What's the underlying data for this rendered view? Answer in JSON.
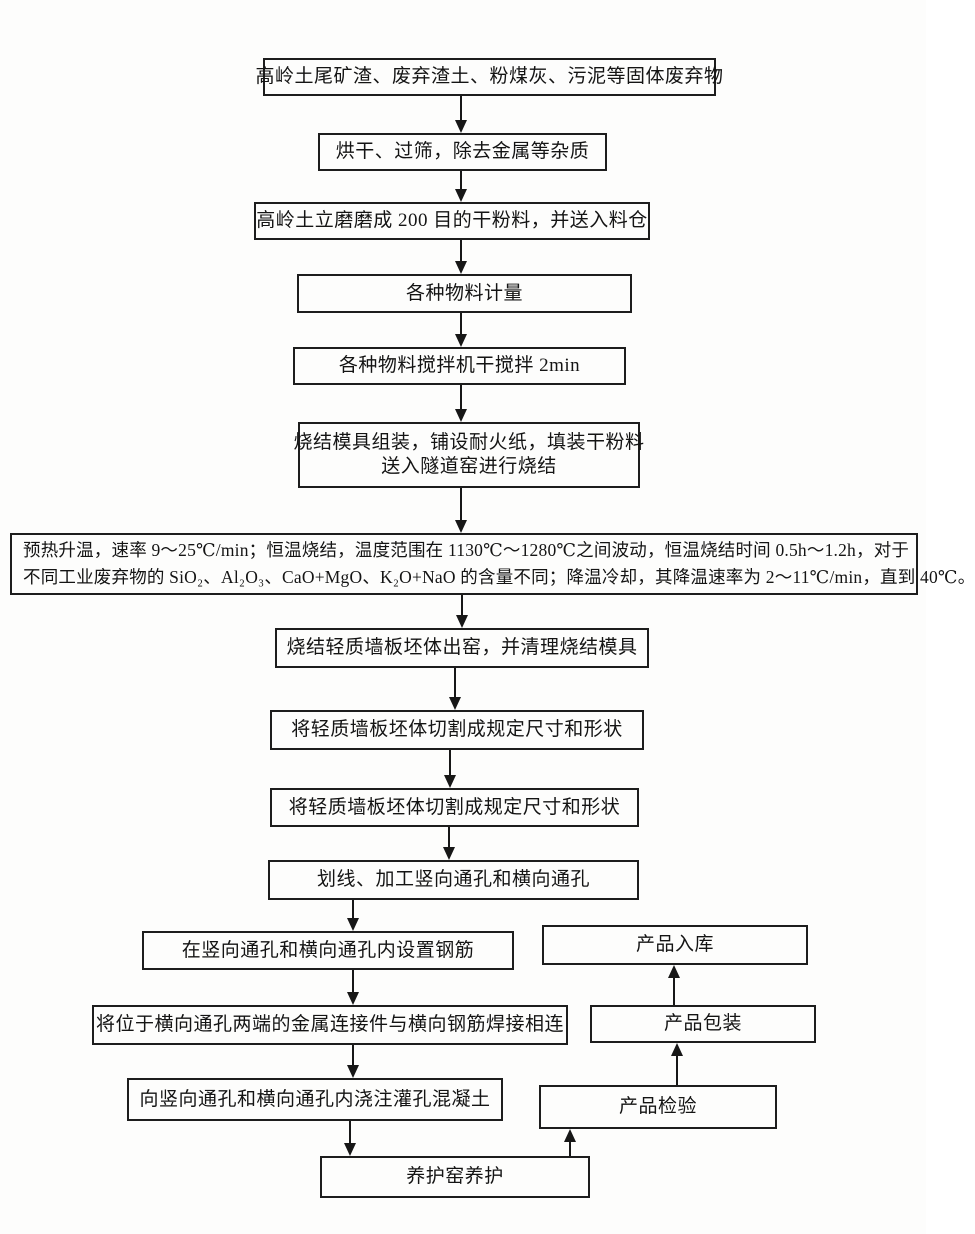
{
  "figure": {
    "type": "flowchart",
    "background_color": "#fdfdfc",
    "line_color": "#171717",
    "border_color": "#1d1d1d"
  },
  "flowchart": {
    "nodes": {
      "raw_materials": "高岭土尾矿渣、废弃渣土、粉煤灰、污泥等固体废弃物",
      "dry_screen": "烘干、过筛，除去金属等杂质",
      "grind": "高岭土立磨磨成 200 目的干粉料，并送入料仓",
      "dosing": "各种物料计量",
      "dry_mix": "各种物料搅拌机干搅拌 2min",
      "mold": {
        "line1": "烧结模具组装，铺设耐火纸，填装干粉料",
        "line2": "送入隧道窑进行烧结"
      },
      "sinter": {
        "line1": "预热升温，速率 9～25℃/min；恒温烧结，温度范围在 1130℃～1280℃之间波动，恒温烧结时间 0.5h～1.2h，对于",
        "line2": "不同工业废弃物的 SiO₂、Al₂O₃、CaO+MgO、K₂O+NaO 的含量不同；降温冷却，其降温速率为 2～11℃/min，直到 40℃。"
      },
      "unload_kiln": "烧结轻质墙板坯体出窑，并清理烧结模具",
      "cut_1": "将轻质墙板坯体切割成规定尺寸和形状",
      "cut_2": "将轻质墙板坯体切割成规定尺寸和形状",
      "scribe_holes": "划线、加工竖向通孔和横向通孔",
      "place_rebar": "在竖向通孔和横向通孔内设置钢筋",
      "weld_connectors": "将位于横向通孔两端的金属连接件与横向钢筋焊接相连",
      "grout_concrete": "向竖向通孔和横向通孔内浇注灌孔混凝土",
      "curing_kiln": "养护窑养护",
      "product_warehouse": "产品入库",
      "product_package": "产品包装",
      "product_inspect": "产品检验"
    },
    "edges": [
      {
        "from": "raw_materials",
        "to": "dry_screen"
      },
      {
        "from": "dry_screen",
        "to": "grind"
      },
      {
        "from": "grind",
        "to": "dosing"
      },
      {
        "from": "dosing",
        "to": "dry_mix"
      },
      {
        "from": "dry_mix",
        "to": "mold"
      },
      {
        "from": "mold",
        "to": "sinter"
      },
      {
        "from": "sinter",
        "to": "unload_kiln"
      },
      {
        "from": "unload_kiln",
        "to": "cut_1"
      },
      {
        "from": "cut_1",
        "to": "cut_2"
      },
      {
        "from": "cut_2",
        "to": "scribe_holes"
      },
      {
        "from": "scribe_holes",
        "to": "place_rebar"
      },
      {
        "from": "place_rebar",
        "to": "weld_connectors"
      },
      {
        "from": "weld_connectors",
        "to": "grout_concrete"
      },
      {
        "from": "grout_concrete",
        "to": "curing_kiln"
      },
      {
        "from": "curing_kiln",
        "to": "product_inspect"
      },
      {
        "from": "product_inspect",
        "to": "product_package"
      },
      {
        "from": "product_package",
        "to": "product_warehouse"
      }
    ]
  }
}
